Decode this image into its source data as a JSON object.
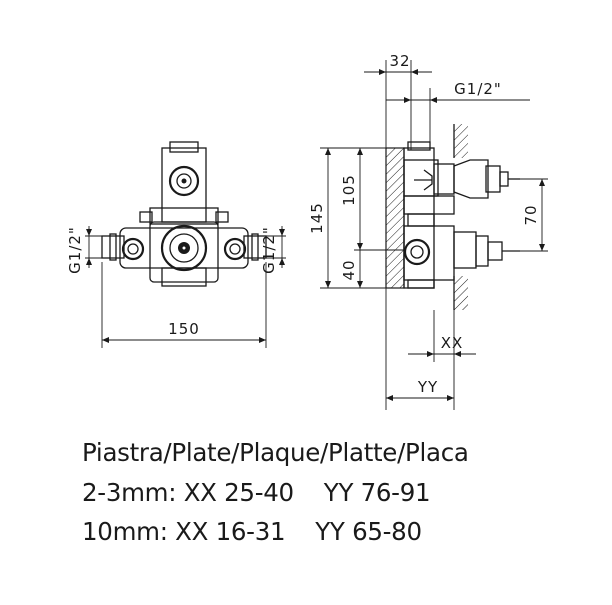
{
  "front_view": {
    "label_left": "G1/2\"",
    "label_right": "G1/2\"",
    "width_dim": "150"
  },
  "side_view": {
    "top_dim": "32",
    "thread_label": "G1/2\"",
    "height_145": "145",
    "height_105": "105",
    "height_40": "40",
    "spacing_70": "70",
    "xx_label": "XX",
    "yy_label": "YY"
  },
  "captions": [
    "Piastra/Plate/Plaque/Platte/Placa",
    "2-3mm: XX 25-40    YY 76-91",
    "10mm: XX 16-31    YY 65-80"
  ]
}
